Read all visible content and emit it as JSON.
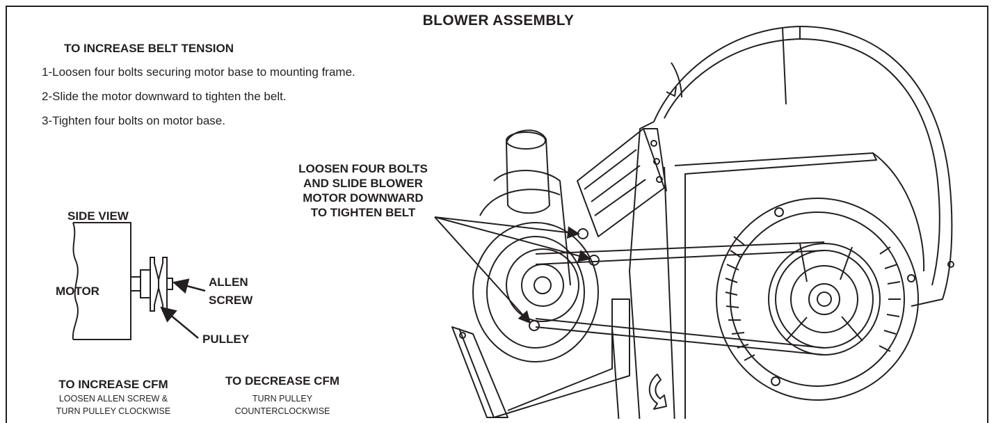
{
  "title": "BLOWER ASSEMBLY",
  "belt_tension": {
    "heading": "TO INCREASE BELT TENSION",
    "steps": [
      "1-Loosen four bolts securing motor base to mounting frame.",
      "2-Slide the motor downward to tighten the belt.",
      "3-Tighten four bolts on motor base."
    ]
  },
  "callout": {
    "lines": [
      "LOOSEN FOUR BOLTS",
      "AND SLIDE BLOWER",
      "MOTOR DOWNWARD",
      "TO TIGHTEN BELT"
    ]
  },
  "side_view": {
    "title": "SIDE VIEW",
    "motor_label": "MOTOR",
    "allen_label_1": "ALLEN",
    "allen_label_2": "SCREW",
    "pulley_label": "PULLEY"
  },
  "increase_cfm": {
    "heading": "TO INCREASE CFM",
    "line1": "LOOSEN ALLEN SCREW &",
    "line2": "TURN PULLEY CLOCKWISE"
  },
  "decrease_cfm": {
    "heading": "TO DECREASE CFM",
    "line1": "TURN PULLEY",
    "line2": "COUNTERCLOCKWISE"
  },
  "colors": {
    "ink": "#231f20",
    "background": "#ffffff"
  }
}
